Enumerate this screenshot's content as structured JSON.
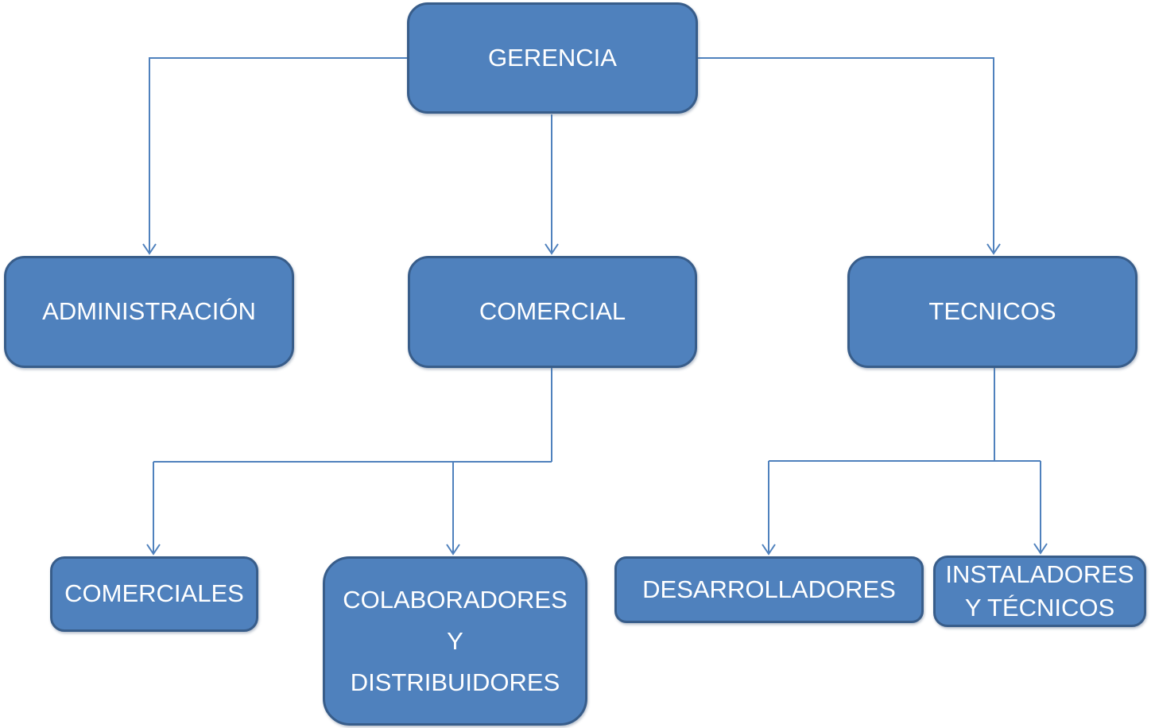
{
  "diagram": {
    "type": "org-chart",
    "colors": {
      "node_fill": "#4f81bd",
      "node_border": "#385d8a",
      "connector": "#4f81bd",
      "text": "#ffffff",
      "background": "#ffffff"
    },
    "nodes": {
      "gerencia": {
        "label": "GERENCIA"
      },
      "administracion": {
        "label": "ADMINISTRACIÓN"
      },
      "comercial": {
        "label": "COMERCIAL"
      },
      "tecnicos": {
        "label": "TECNICOS"
      },
      "comerciales": {
        "label": "COMERCIALES"
      },
      "colaboradores": {
        "label": "COLABORADORES Y DISTRIBUIDORES",
        "lines": [
          "COLABORADORES",
          "Y",
          "DISTRIBUIDORES"
        ]
      },
      "desarrolladores": {
        "label": "DESARROLLADORES"
      },
      "instaladores": {
        "label": "INSTALADORES Y TÉCNICOS",
        "lines": [
          "INSTALADORES",
          "Y TÉCNICOS"
        ]
      }
    },
    "edges": [
      {
        "from": "GERENCIA",
        "to": "ADMINISTRACIÓN"
      },
      {
        "from": "GERENCIA",
        "to": "COMERCIAL"
      },
      {
        "from": "GERENCIA",
        "to": "TECNICOS"
      },
      {
        "from": "COMERCIAL",
        "to": "COMERCIALES"
      },
      {
        "from": "COMERCIAL",
        "to": "COLABORADORES Y DISTRIBUIDORES"
      },
      {
        "from": "TECNICOS",
        "to": "DESARROLLADORES"
      },
      {
        "from": "TECNICOS",
        "to": "INSTALADORES Y TÉCNICOS"
      }
    ]
  }
}
